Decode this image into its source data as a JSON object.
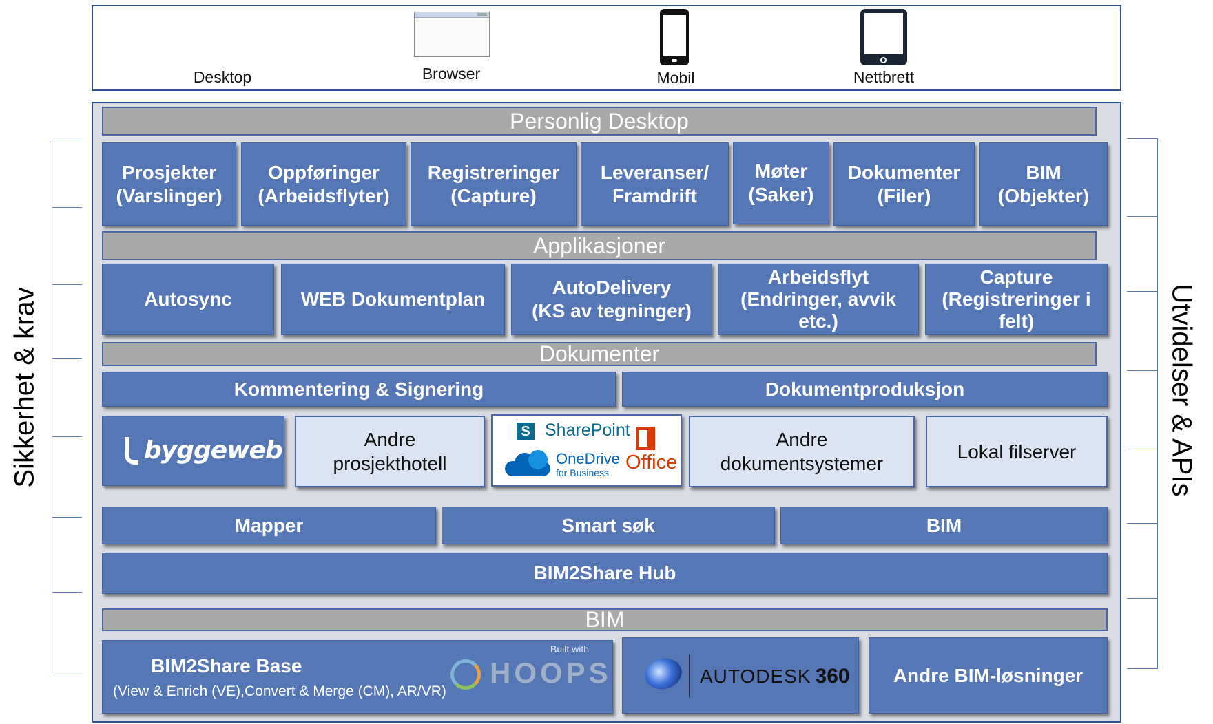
{
  "devices": {
    "desktop": "Desktop",
    "browser": "Browser",
    "mobile": "Mobil",
    "tablet": "Nettbrett"
  },
  "side": {
    "left": "Sikkerhet & krav",
    "right": "Utvidelser & APIs"
  },
  "personal_desktop": {
    "title": "Personlig Desktop",
    "items": [
      {
        "line1": "Prosjekter",
        "line2": "(Varslinger)"
      },
      {
        "line1": "Oppføringer",
        "line2": "(Arbeidsflyter)"
      },
      {
        "line1": "Registreringer",
        "line2": "(Capture)"
      },
      {
        "line1": "Leveranser/",
        "line2": "Framdrift"
      },
      {
        "line1": "Møter",
        "line2": "(Saker)"
      },
      {
        "line1": "Dokumenter",
        "line2": "(Filer)"
      },
      {
        "line1": "BIM",
        "line2": "(Objekter)"
      }
    ]
  },
  "applications": {
    "title": "Applikasjoner",
    "autosync": "Autosync",
    "web_plan": "WEB Dokumentplan",
    "autodelivery": {
      "line1": "AutoDelivery",
      "line2": "(KS av tegninger)"
    },
    "workflow": {
      "line1": "Arbeidsflyt",
      "line2": "(Endringer, avvik",
      "line3": "etc.)"
    },
    "capture": {
      "line1": "Capture",
      "line2": "(Registreringer i",
      "line3": "felt)"
    }
  },
  "documents": {
    "title": "Dokumenter",
    "comment_sign": "Kommentering & Signering",
    "production": "Dokumentproduksjon",
    "byggeweb": "byggeweb",
    "other_hotels": {
      "line1": "Andre",
      "line2": "prosjekthotell"
    },
    "sharepoint": "SharePoint",
    "onedrive": "OneDrive",
    "onedrive_sub": "for Business",
    "office": "Office",
    "other_docsys": {
      "line1": "Andre",
      "line2": "dokumentsystemer"
    },
    "local_fileserver": "Lokal filserver"
  },
  "hub": {
    "folders": "Mapper",
    "smart_search": "Smart søk",
    "bim": "BIM",
    "hub_label": "BIM2Share Hub"
  },
  "bim": {
    "title": "BIM",
    "base_title": "BIM2Share Base",
    "base_desc": "(View & Enrich (VE),Convert & Merge (CM), AR/VR)",
    "hoops_built": "Built with",
    "hoops": "HOOPS",
    "autodesk": "AUTODESK",
    "autodesk_num": "360",
    "other_bim": "Andre BIM-løsninger"
  },
  "colors": {
    "box_blue": "#5577b5",
    "section_gray": "#a9a9a9",
    "light_box": "#dce3f2",
    "frame_border": "#2f4f8f",
    "office_red": "#d83b01",
    "sharepoint_blue": "#0364b8"
  }
}
